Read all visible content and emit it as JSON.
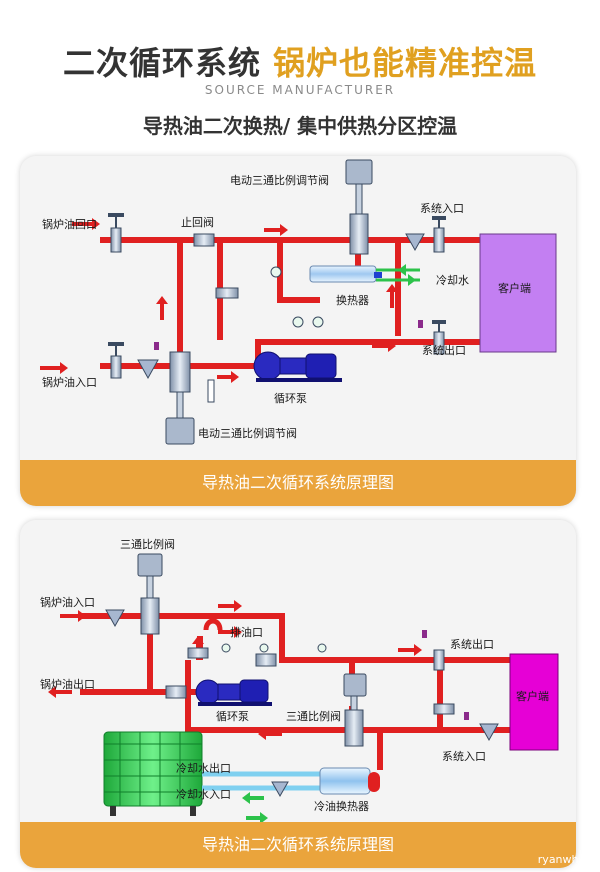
{
  "header": {
    "title_dark": "二次循环系统",
    "title_gold": "锅炉也能精准控温",
    "subtitle": "SOURCE MANUFACTURER",
    "caption": "导热油二次换热/ 集中供热分区控温"
  },
  "diagram1": {
    "labels": {
      "valve_top": "电动三通比例调节阀",
      "boiler_return": "锅炉油回口",
      "check_valve": "止回阀",
      "system_in": "系统入口",
      "cooling_water": "冷却水",
      "heat_exchanger": "换热器",
      "client": "客户端",
      "system_out": "系统出口",
      "boiler_in": "锅炉油入口",
      "pump": "循环泵",
      "valve_bottom": "电动三通比例调节阀"
    },
    "caption": "导热油二次循环系统原理图"
  },
  "diagram2": {
    "labels": {
      "valve_top": "三通比例阀",
      "boiler_in": "锅炉油入口",
      "drain": "排油口",
      "system_out": "系统出口",
      "boiler_out": "锅炉油出口",
      "client": "客户端",
      "pump": "循环泵",
      "valve_mid": "三通比例阀",
      "system_in": "系统入口",
      "cooling_out": "冷却水出口",
      "cooling_in": "冷却水入口",
      "cooling_hx": "冷油换热器"
    },
    "caption": "导热油二次循环系统原理图"
  },
  "watermark": "ryanwh.",
  "colors": {
    "pipe": "#e02020",
    "gold": "#e0a020",
    "bar": "#eaa43c",
    "client1": "#c37ff2",
    "client2": "#e600d6",
    "pump": "#1f1fb3",
    "cooling_tower": "#3ad05a"
  }
}
